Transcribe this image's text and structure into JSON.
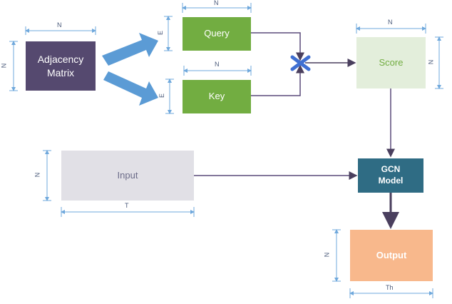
{
  "nodes": {
    "adjacency": {
      "label": "Adjacency\nMatrix",
      "fill": "#55496f",
      "text_color": "#ffffff"
    },
    "query": {
      "label": "Query",
      "fill": "#72ad41",
      "text_color": "#ffffff"
    },
    "key": {
      "label": "Key",
      "fill": "#72ad41",
      "text_color": "#ffffff"
    },
    "score": {
      "label": "Score",
      "fill": "#e3eedb",
      "text_color": "#72ad41"
    },
    "input": {
      "label": "Input",
      "fill": "#e1e0e6",
      "text_color": "#6b6b88"
    },
    "gcn": {
      "label": "GCN\nModel",
      "fill": "#2f6c84",
      "text_color": "#ffffff"
    },
    "output": {
      "label": "Output",
      "fill": "#f8b88c",
      "text_color": "#ffffff"
    }
  },
  "dimensions": {
    "adjacency_width": "N",
    "adjacency_height": "N",
    "query_width": "N",
    "query_height": "E",
    "key_width": "N",
    "key_height": "E",
    "score_width": "N",
    "score_height": "N",
    "input_height": "N",
    "input_width": "T",
    "output_height": "N",
    "output_width": "Th"
  },
  "colors": {
    "connector": "#5a4a7a",
    "dim_line": "#6fa8dc",
    "big_arrow": "#5b9bd5",
    "multiply": "#3f6fd2"
  },
  "icons": {
    "multiply": "cross-multiply-icon"
  }
}
